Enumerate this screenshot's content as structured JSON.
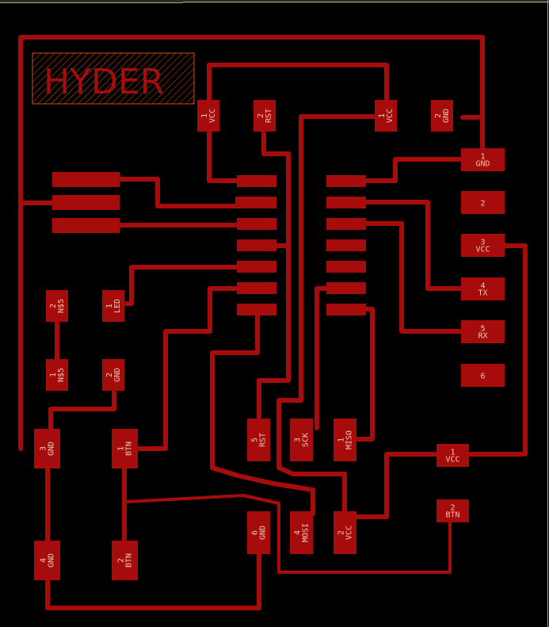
{
  "board": {
    "title_text": "HYDER",
    "trace_color": "#a70c0c",
    "label_color": "#e8c9b8",
    "background": "#000000"
  },
  "top_header_pads": [
    {
      "id": "vcc1-top-left",
      "num": "1",
      "name": "VCC"
    },
    {
      "id": "rst2-top",
      "num": "2",
      "name": "RST"
    },
    {
      "id": "vcc1-top-right",
      "num": "1",
      "name": "VCC"
    },
    {
      "id": "gnd2-top",
      "num": "2",
      "name": "GND"
    }
  ],
  "ftdi_header": [
    {
      "num": "1",
      "name": "GND"
    },
    {
      "num": "2",
      "name": ""
    },
    {
      "num": "3",
      "name": "VCC"
    },
    {
      "num": "4",
      "name": "TX"
    },
    {
      "num": "5",
      "name": "RX"
    },
    {
      "num": "6",
      "name": ""
    }
  ],
  "left_pads": [
    {
      "num": "2",
      "name": "N$5"
    },
    {
      "num": "1",
      "name": "LED"
    },
    {
      "num": "1",
      "name": "N$5"
    },
    {
      "num": "2",
      "name": "GND"
    }
  ],
  "button_pads": [
    {
      "num": "3",
      "name": "GND"
    },
    {
      "num": "1",
      "name": "BTN"
    },
    {
      "num": "4",
      "name": "GND"
    },
    {
      "num": "2",
      "name": "BTN"
    }
  ],
  "isp_pads": [
    {
      "num": "5",
      "name": "RST"
    },
    {
      "num": "3",
      "name": "SCK"
    },
    {
      "num": "1",
      "name": "MISO"
    },
    {
      "num": "6",
      "name": "GND"
    },
    {
      "num": "4",
      "name": "MOSI"
    },
    {
      "num": "2",
      "name": "VCC"
    }
  ],
  "right_small_pads": [
    {
      "num": "1",
      "name": "VCC"
    },
    {
      "num": "2",
      "name": "BTN"
    }
  ]
}
